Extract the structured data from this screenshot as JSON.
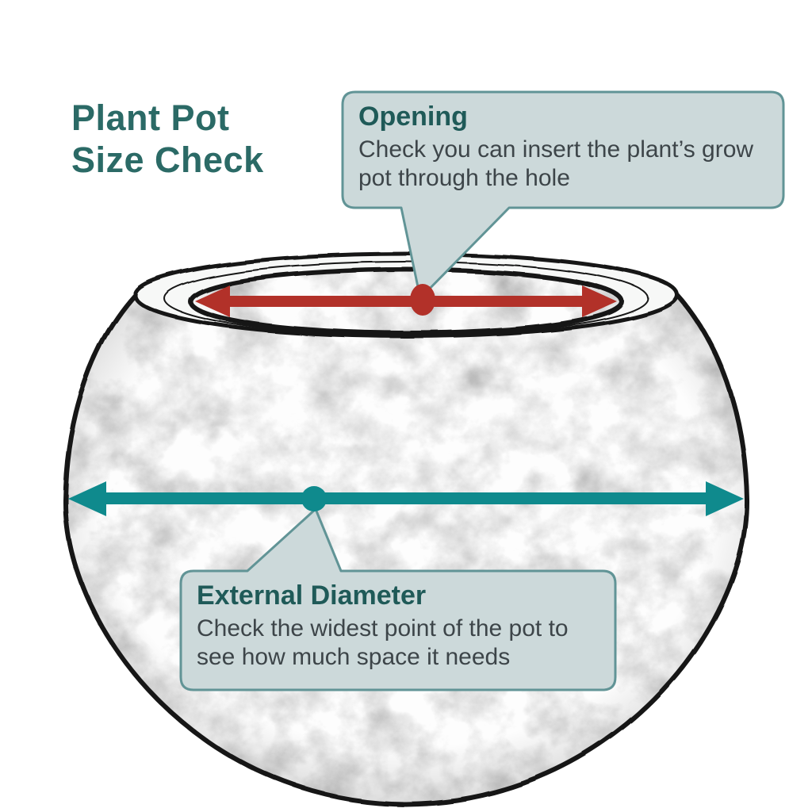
{
  "title": {
    "line1": "Plant Pot",
    "line2": "Size Check"
  },
  "callouts": {
    "opening": {
      "heading": "Opening",
      "body": "Check you can insert the plant’s grow pot through the hole"
    },
    "external_diameter": {
      "heading": "External Diameter",
      "body": "Check the widest point of the pot to see how much space it needs"
    }
  },
  "markers": {
    "opening_arrow": "red-double-headed-arrow",
    "opening_point": "red-dot",
    "diameter_arrow": "teal-double-headed-arrow",
    "diameter_point": "teal-dot"
  },
  "colors": {
    "title_text": "#2b6a66",
    "callout_bg": "#ccd9da",
    "callout_border": "#619496",
    "heading_text": "#1f5a58",
    "body_text": "#3d4549",
    "opening_arrow": "#b23129",
    "diameter_arrow": "#0f8a8d",
    "sketch_line": "#161616"
  },
  "diagram": {
    "subject": "round plant pot sketch"
  }
}
